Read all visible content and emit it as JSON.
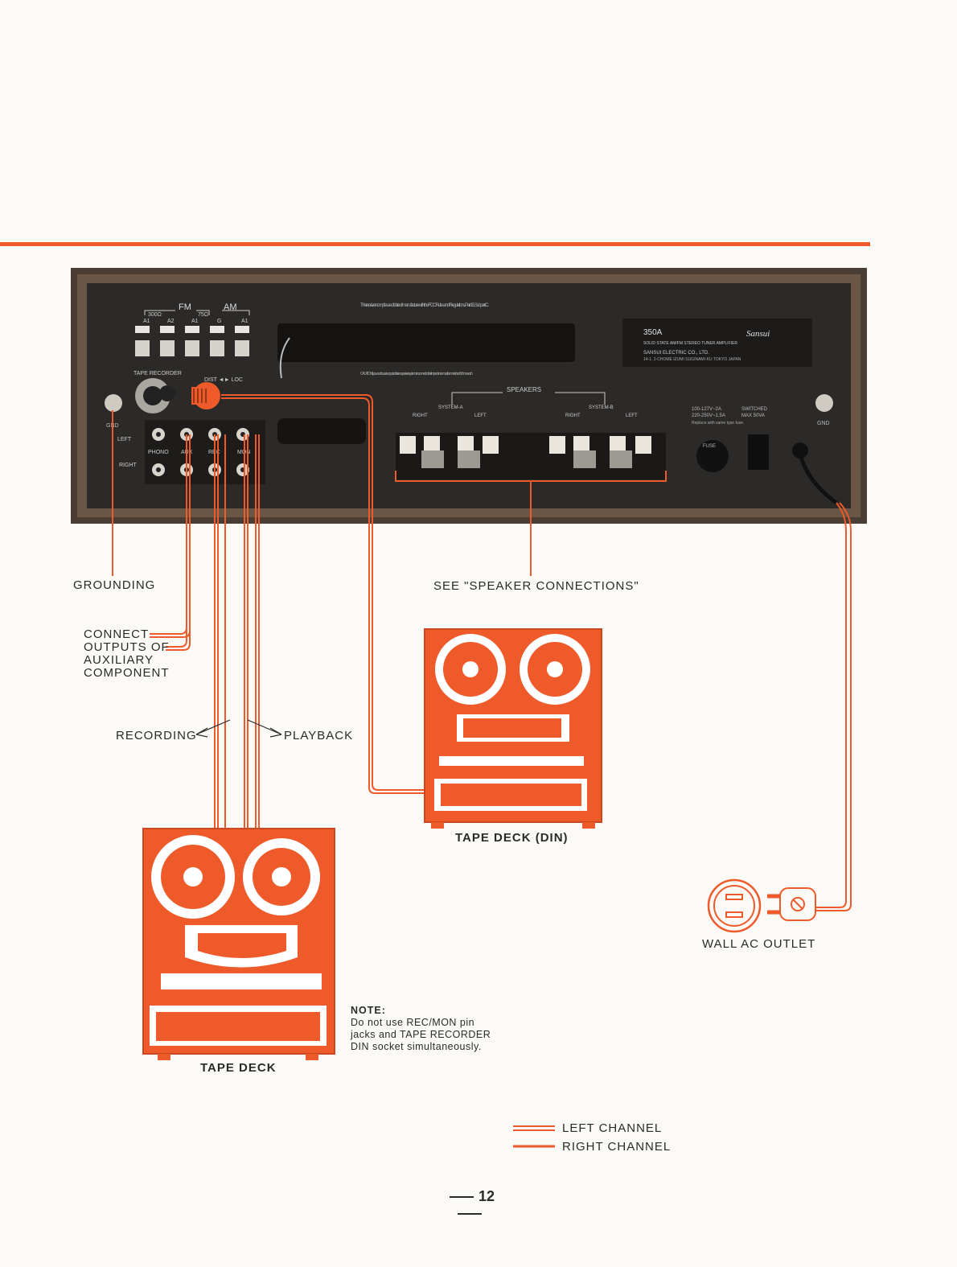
{
  "colors": {
    "accent": "#ee5a2a",
    "panel": "#2c2a28",
    "frame": "#4a3d33",
    "ink": "#2a2a2a"
  },
  "receiver": {
    "fm_label": "FM",
    "am_label": "AM",
    "ohm300": "300Ω",
    "ohm75": "75Ω",
    "antenna_terms": [
      "A1",
      "A2",
      "A1",
      "G",
      "A1"
    ],
    "compliance_text": "This receiver complies as of date of manufacture with the FCC Rules and Regulations, Part 15, Subpart C.",
    "model": "350A",
    "brand": "Sansui",
    "model_desc": "SOLID STATE AM/FM STEREO TUNER AMPLIFIER",
    "maker": "SANSUI ELECTRIC CO., LTD.",
    "maker_addr": "14-1, 2-CHOME IZUMI SUGINAMI-KU TOKYO JAPAN",
    "tape_recorder_label": "TAPE RECORDER",
    "dist_loc": "DIST ◄► LOC",
    "caution_text": "CAUTION: If you want to use two pairs of stereo speaker systems in connection, their impedance must be more than 8 ohms each.",
    "speakers_label": "SPEAKERS",
    "system_a": "SYSTEM-A",
    "system_b": "SYSTEM-B",
    "right": "RIGHT",
    "left": "LEFT",
    "left_row": "LEFT",
    "right_row": "RIGHT",
    "gnd": "GND",
    "jacks": [
      "PHONO",
      "AUX",
      "REC",
      "MON"
    ],
    "power_text_1": "100-127V~2A",
    "power_text_2": "220-250V~1.5A",
    "switched_1": "SWITCHED",
    "switched_2": "MAX 50VA",
    "fuse_note": "Replace with same type fuse.",
    "fuse_label": "FUSE"
  },
  "labels": {
    "grounding": "GROUNDING",
    "see_speaker": "SEE \"SPEAKER CONNECTIONS\"",
    "connect_1": "CONNECT",
    "connect_2": "OUTPUTS OF",
    "connect_3": "AUXILIARY",
    "connect_4": "COMPONENT",
    "recording": "RECORDING",
    "playback": "PLAYBACK",
    "tape_deck_din": "TAPE DECK (DIN)",
    "tape_deck": "TAPE DECK",
    "wall_outlet": "WALL AC OUTLET"
  },
  "note": {
    "head": "NOTE:",
    "line1": "Do not use REC/MON pin",
    "line2": "jacks and TAPE RECORDER",
    "line3": "DIN socket simultaneously."
  },
  "legend": {
    "left_channel": "LEFT CHANNEL",
    "right_channel": "RIGHT CHANNEL"
  },
  "page": {
    "number": "12"
  }
}
